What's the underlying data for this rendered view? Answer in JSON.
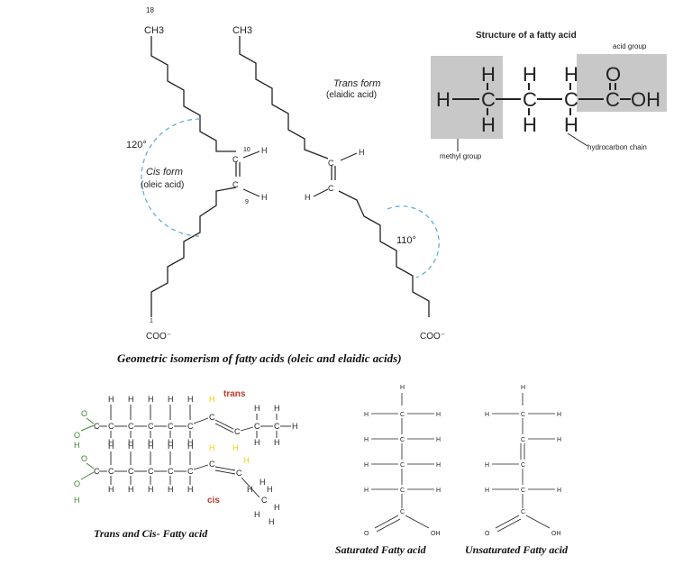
{
  "oleic": {
    "atom_18": "18",
    "ch3_left": "CH3",
    "ch3_right": "CH3",
    "angle_120": "120°",
    "cis_form": "Cis form",
    "cis_name": "(oleic acid)",
    "atom_10": "10",
    "atom_9": "9",
    "atom_1": "1",
    "coo_left": "COO⁻",
    "coo_right": "COO⁻",
    "trans_form": "Trans form",
    "trans_name": "(elaidic acid)",
    "angle_110": "110°",
    "caption": "Geometric isomerism of fatty acids (oleic and elaidic acids)"
  },
  "structure": {
    "title": "Structure of a fatty acid",
    "acid_group": "acid group",
    "methyl_group": "methyl group",
    "hydrocarbon_chain": "hydrocarbon chain",
    "oh": "OH",
    "colors": {
      "box": "#c8c8c8"
    }
  },
  "transcis": {
    "trans_label": "trans",
    "cis_label": "cis",
    "caption": "Trans and Cis- Fatty acid",
    "colors": {
      "label": "#c0392b",
      "oxygen": "#3a8a2a",
      "highlight": "#e6d200"
    }
  },
  "satunsat": {
    "saturated_caption": "Saturated Fatty acid",
    "unsaturated_caption": "Unsaturated Fatty acid"
  }
}
